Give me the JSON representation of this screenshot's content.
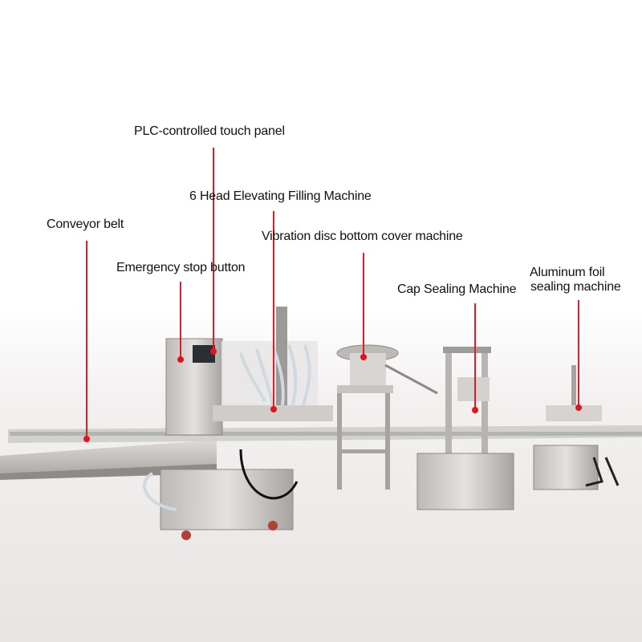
{
  "labels": {
    "plc_panel": "PLC-controlled touch panel",
    "filling_machine": "6 Head Elevating Filling Machine",
    "conveyor": "Conveyor belt",
    "vibration_disc": "Vibration disc bottom cover machine",
    "emergency_stop": "Emergency stop button",
    "cap_sealing": "Cap Sealing Machine",
    "foil_line1": "Aluminum foil",
    "foil_line2": "sealing machine"
  },
  "colors": {
    "leader_line": "#d9202a",
    "leader_dot": "#e1141f",
    "machine_steel": "#c9c6c4"
  }
}
